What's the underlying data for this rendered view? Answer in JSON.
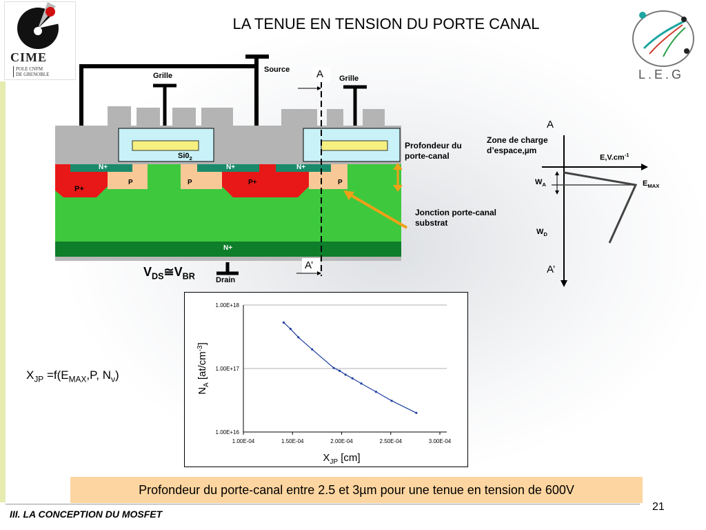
{
  "title": "LA TENUE EN TENSION DU PORTE CANAL",
  "logos": {
    "left_name": "CIME",
    "left_sub_1": "POLE CNFM",
    "left_sub_2": "DE GRENOBLE",
    "right_name": "L.E.G"
  },
  "device": {
    "source": "Source",
    "grille_left": "Grille",
    "grille_right": "Grille",
    "oxide": "Si0",
    "oxide_sub": "2",
    "nplus_1": "N+",
    "nplus_2": "N+",
    "nplus_3": "N+",
    "pplus_1": "P+",
    "pplus_2": "P+",
    "p_1": "P",
    "p_2": "P",
    "p_3": "P",
    "nplus_bottom": "N+",
    "drain": "Drain",
    "cut_top": "A",
    "cut_bottom": "A’",
    "vds_v": "V",
    "vds_sub": "DS",
    "vds_approx": "≅",
    "vbr_v": "V",
    "vbr_sub": "BR"
  },
  "annotations": {
    "profondeur_1": "Profondeur du",
    "profondeur_2": "porte-canal",
    "jonction_1": "Jonction porte-canal",
    "jonction_2": "substrat"
  },
  "field_diagram": {
    "a_top": "A",
    "a_bottom": "A’",
    "zone_1": "Zone de charge",
    "zone_2": "d’espace,µm",
    "e_axis": "E,V.cm",
    "e_axis_sup": "-1",
    "emax": "E",
    "emax_sub": "MAX",
    "wa": "W",
    "wa_sub": "A",
    "wd": "W",
    "wd_sub": "D"
  },
  "formula": {
    "x": "X",
    "x_sub": "JP",
    "mid": " =f(E",
    "max_sub": "MAX",
    "rest": ",P, N",
    "nu_sub": "ν",
    "end": ")"
  },
  "chart_data": {
    "type": "line",
    "y_scale": "log",
    "xlabel": "X",
    "xlabel_sub": "JP",
    "xlabel_unit": " [cm]",
    "ylabel": "N",
    "ylabel_sub": "A",
    "ylabel_unit": " [at/cm",
    "ylabel_sup": "-3",
    "ylabel_end": "]",
    "xlim": [
      0.0001,
      0.0003
    ],
    "ylim": [
      1e+16,
      1e+18
    ],
    "x_ticks": [
      "1.00E-04",
      "1.50E-04",
      "2.00E-04",
      "2.50E-04",
      "3.00E-04"
    ],
    "x_tick_values": [
      0.0001,
      0.00015,
      0.0002,
      0.00025,
      0.0003
    ],
    "y_ticks": [
      "1.00E+16",
      "1.00E+17",
      "1.00E+18"
    ],
    "y_tick_values": [
      1e+16,
      1e+17,
      1e+18
    ],
    "grid": "horizontal",
    "series": [
      {
        "color": "#1f3fa0",
        "x": [
          0.000141,
          0.000148,
          0.000156,
          0.00017,
          0.000192,
          0.000198,
          0.000204,
          0.000211,
          0.00022,
          0.000235,
          0.000251,
          0.000276
        ],
        "y": [
          5.3e+17,
          4.2e+17,
          3.1e+17,
          2e+17,
          1.02e+17,
          9.2e+16,
          8e+16,
          7e+16,
          5.8e+16,
          4.3e+16,
          3.1e+16,
          2e+16
        ]
      }
    ]
  },
  "conclusion": "Profondeur du porte-canal entre 2.5 et 3µm pour une tenue en tension de 600V",
  "footer": "III. LA CONCEPTION DU MOSFET",
  "page_number": "21"
}
